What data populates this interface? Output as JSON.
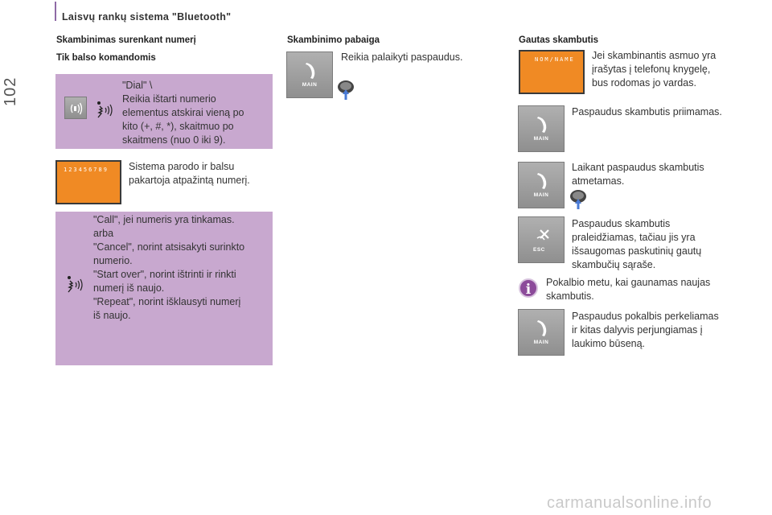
{
  "header": {
    "title": "Laisvų rankų sistema \"Bluetooth\"",
    "page_number": "102"
  },
  "col1": {
    "heading": "Skambinimas surenkant numerį",
    "subheading": "Tik balso komandomis",
    "block1_lines": [
      "\"Dial\" \\",
      "Reikia ištarti numerio",
      "elementus atskirai vieną po",
      "kito (+, #, *), skaitmuo po",
      "skaitmens (nuo 0 iki 9)."
    ],
    "display_digits": "123456789",
    "block2_lines": [
      "Sistema parodo ir balsu",
      "pakartoja atpažintą numerį."
    ],
    "block3_lines": [
      "\"Call\", jei numeris yra tinkamas.",
      "arba",
      "\"Cancel\", norint atsisakyti surinkto",
      "numerio.",
      "\"Start over\", norint ištrinti ir rinkti",
      "numerį iš naujo.",
      "\"Repeat\", norint išklausyti numerį",
      "iš naujo."
    ]
  },
  "col2": {
    "heading": "Skambinimo pabaiga",
    "button_label": "MAIN",
    "text": "Reikia palaikyti paspaudus."
  },
  "col3": {
    "heading": "Gautas skambutis",
    "display_text": "NOM/NAME",
    "item1_lines": [
      "Jei skambinantis asmuo yra",
      "įrašytas į telefonų knygelę,",
      "bus rodomas jo vardas."
    ],
    "item2_label": "MAIN",
    "item2_lines": [
      "Paspaudus skambutis priimamas."
    ],
    "item3_label": "MAIN",
    "item3_lines": [
      "Laikant paspaudus skambutis",
      "atmetamas."
    ],
    "item4_label": "ESC",
    "item4_lines": [
      "Paspaudus skambutis",
      "praleidžiamas, tačiau jis yra",
      "išsaugomas paskutinių gautų",
      "skambučių sąraše."
    ],
    "info_glyph": "i",
    "info_lines": [
      "Pokalbio metu, kai gaunamas naujas",
      "skambutis."
    ],
    "item5_label": "MAIN",
    "item5_lines": [
      "Paspaudus pokalbis perkeliamas",
      "ir kitas dalyvis perjungiamas į",
      "laukimo būseną."
    ]
  },
  "footer": {
    "watermark": "carmanualsonline.info"
  },
  "colors": {
    "accent_purple": "#c8a8cf",
    "display_orange": "#f08a24",
    "button_grey": "#9c9c9c",
    "info_purple": "#8c4b9a"
  }
}
